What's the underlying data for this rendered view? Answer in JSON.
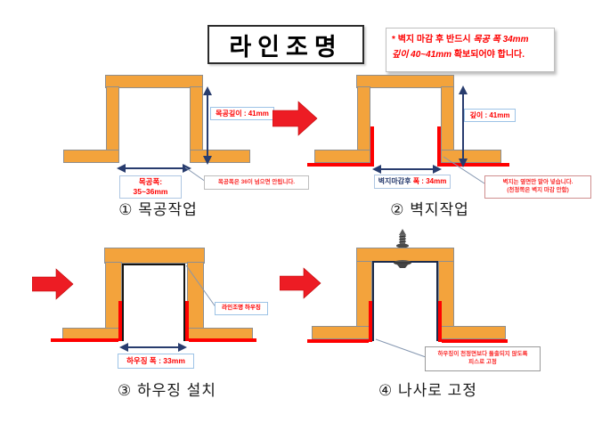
{
  "title": "라인조명",
  "notice": {
    "bullet": "*",
    "line1_text": "벽지 마감 후 반드시",
    "line1_em": "목공 폭 34mm",
    "line2_em": "깊이 40~41mm",
    "line2_text": "확보되어야 합니다."
  },
  "steps": {
    "step1": {
      "caption": "① 목공작업",
      "depth_label": "목공깊이 : 41mm",
      "width_label_title": "목공폭:",
      "width_label_value": "35~36mm",
      "note": "목공폭은 36이 넘으면 안됩니다."
    },
    "step2": {
      "caption": "② 벽지작업",
      "depth_label": "깊이 : 41mm",
      "width_label_prefix": "벽지마감후",
      "width_label_value": "폭 : 34mm",
      "note_line1": "벽지는 옆면만 말아 넣습니다.",
      "note_line2": "(천정쪽은 벽지 마감 안함)"
    },
    "step3": {
      "caption": "③ 하우징 설치",
      "housing_label": "라인조명 하우징",
      "width_label": "하우징 폭 : 33mm"
    },
    "step4": {
      "caption": "④ 나사로 고정",
      "note_line1": "하우징이 천정면보다 돌출되지 않도록",
      "note_line2": "피스로 고정"
    }
  },
  "colors": {
    "wood": "#F3A33C",
    "wallpaper_red": "#FE0000",
    "arrow_red": "#ED1C24",
    "dimension_navy": "#283C6E",
    "label_border_blue": "#9DC3E6"
  }
}
